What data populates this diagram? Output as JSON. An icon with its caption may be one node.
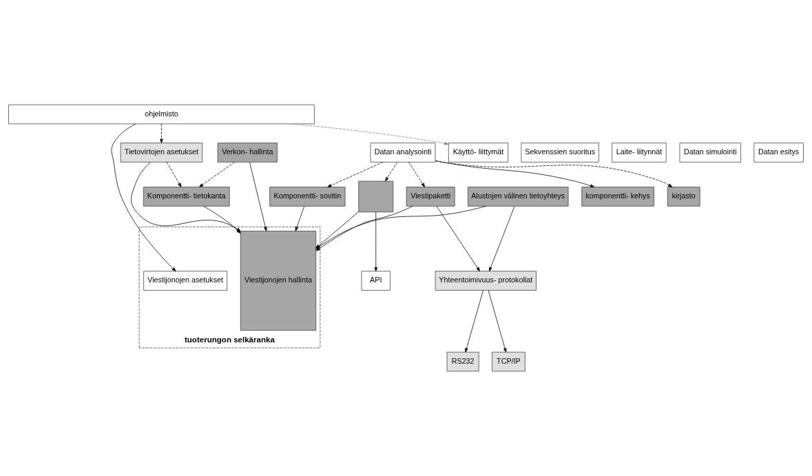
{
  "diagram": {
    "nodes": [
      {
        "text": [
          "ohjelmisto"
        ]
      },
      {
        "text": [
          "tuoterungon selkäranka"
        ]
      },
      {
        "text": [
          "Viestijonojen asetukset"
        ],
        "in": 1
      },
      {
        "text": [
          "Viestijonojen hallinta"
        ],
        "in": 1
      },
      {
        "text": [
          "API"
        ]
      },
      {
        "text": [],
        "shape": "box"
      },
      {
        "text": [
          "Käyttö- liittymät"
        ]
      },
      {
        "text": [
          "Sekvenssien suoritus"
        ]
      },
      {
        "text": [
          "Laite- liitynnät"
        ]
      },
      {
        "text": [
          "Datan analysointi"
        ]
      },
      {
        "text": [
          "Datan simulointi"
        ]
      },
      {
        "text": [
          "Datan esitys"
        ]
      },
      {
        "text": [
          "komponentti- kehys"
        ]
      },
      {
        "text": [
          "kirjasto"
        ]
      },
      {
        "text": [
          "Tietovirtojen asetukset"
        ]
      },
      {
        "text": [
          "Komponentti- sovitin"
        ]
      },
      {
        "text": [
          "Komponentti- tietokanta"
        ]
      },
      {
        "text": [
          "Viestipaketti"
        ]
      },
      {
        "text": [
          "Verkon- hallinta"
        ]
      },
      {
        "text": [
          "Alustojen välinen tietoyhteys"
        ]
      },
      {
        "text": [
          "Yhteentoimivuus- protokollat"
        ]
      },
      {
        "text": [
          "RS232"
        ]
      },
      {
        "text": [
          "TCP/IP"
        ]
      }
    ],
    "edges": [
      {
        "from": 0,
        "to": 14,
        "arrow": "to",
        "style": "dashed"
      },
      {
        "from": 0,
        "to": 2,
        "arrow": "to"
      },
      {
        "from": 0,
        "to": 6,
        "arrow": "to",
        "style": "dashed",
        "color": "#808080"
      },
      {
        "from": 14,
        "to": 16,
        "arrow": "to",
        "style": "dashed"
      },
      {
        "from": 18,
        "to": 16,
        "arrow": "to",
        "style": "dashed"
      },
      {
        "from": 14,
        "to": 3,
        "arrow": "to"
      },
      {
        "from": 16,
        "to": 3,
        "arrow": "to"
      },
      {
        "from": 18,
        "to": 3,
        "arrow": "to"
      },
      {
        "from": 5,
        "to": 3,
        "arrow": "to"
      },
      {
        "from": 15,
        "to": 3,
        "arrow": "to"
      },
      {
        "from": 17,
        "to": 3,
        "arrow": "to"
      },
      {
        "from": 19,
        "to": 3,
        "arrow": "to"
      },
      {
        "from": 5,
        "to": 4,
        "arrow": "to"
      },
      {
        "from": 9,
        "to": 12,
        "arrow": "to"
      },
      {
        "from": 9,
        "to": 13,
        "arrow": "to",
        "style": "dashed"
      },
      {
        "from": 9,
        "to": 5,
        "arrow": "to",
        "style": "dashed"
      },
      {
        "from": 9,
        "to": 15,
        "arrow": "to",
        "style": "dashed"
      },
      {
        "from": 9,
        "to": 17,
        "arrow": "to",
        "style": "dashed"
      },
      {
        "from": 17,
        "to": 20,
        "arrow": "to"
      },
      {
        "from": 19,
        "to": 20,
        "arrow": "to"
      },
      {
        "from": 20,
        "to": 21,
        "arrow": "to"
      },
      {
        "from": 20,
        "to": 22,
        "arrow": "to"
      }
    ]
  }
}
